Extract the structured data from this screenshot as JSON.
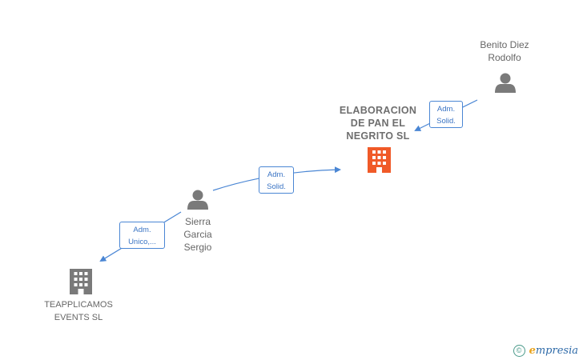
{
  "nodes": {
    "benito": {
      "label": "Benito Diez\nRodolfo",
      "icon": "person-icon"
    },
    "elaboracion": {
      "label": "ELABORACION\nDE PAN EL\nNEGRITO  SL",
      "icon": "building-icon",
      "color": "#f05a28"
    },
    "sierra": {
      "label": "Sierra\nGarcia\nSergio",
      "icon": "person-icon"
    },
    "teapplicamos": {
      "label": "TEAPPLICAMOS\nEVENTS  SL",
      "icon": "building-icon",
      "color": "#7a7a7a"
    }
  },
  "edges": {
    "benito_to_elaboracion": {
      "label": "Adm.\nSolid."
    },
    "sierra_to_elaboracion": {
      "label": "Adm.\nSolid."
    },
    "sierra_to_teapplicamos": {
      "label": "Adm.\nUnico,..."
    }
  },
  "footer": {
    "copyright": "©",
    "brand_first": "e",
    "brand_rest": "mpresia"
  },
  "colors": {
    "edge": "#4a86d4",
    "person": "#7a7a7a"
  }
}
